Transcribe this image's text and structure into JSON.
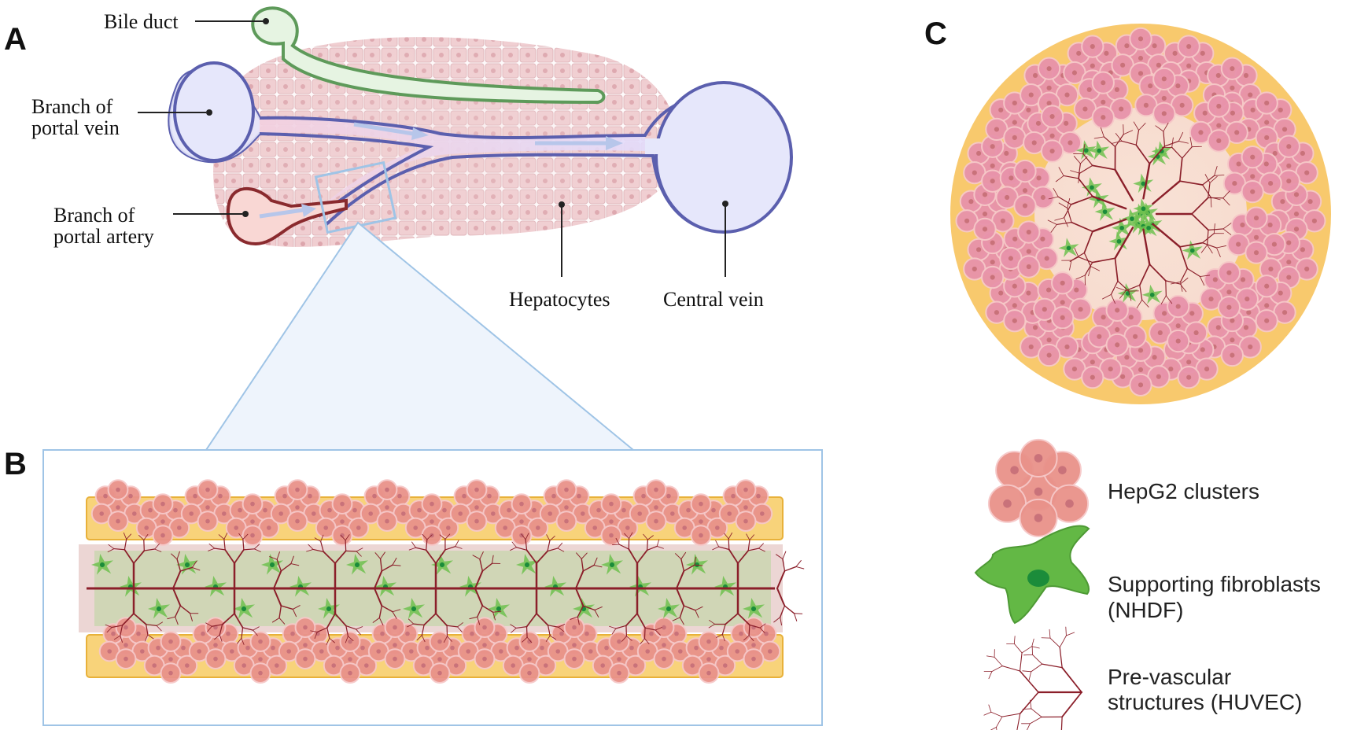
{
  "panels": {
    "a": "A",
    "b": "B",
    "c": "C"
  },
  "labels": {
    "bile_duct": "Bile duct",
    "portal_vein_line1": "Branch of",
    "portal_vein_line2": "portal vein",
    "portal_artery_line1": "Branch of",
    "portal_artery_line2": "portal artery",
    "hepatocytes": "Hepatocytes",
    "central_vein": "Central vein"
  },
  "legend": {
    "hepg2": "HepG2 clusters",
    "fibroblasts_line1": "Supporting fibroblasts",
    "fibroblasts_line2": "(NHDF)",
    "huvec_line1": "Pre-vascular",
    "huvec_line2": "structures (HUVEC)"
  },
  "colors": {
    "vein": "#5b5fae",
    "vein_fill": "#e6e7fb",
    "bile": "#5e9a5a",
    "bile_fill": "#e6f4e2",
    "artery": "#8a2a2e",
    "artery_fill": "#f9d7d4",
    "tissue": "#f3d6d6",
    "hep_cluster": "#e9a9b4",
    "hepg2_cluster": "#e9928a",
    "fibroblast": "#63b845",
    "vessel": "#8b1f2a",
    "matrix_yellow": "#f8c96d",
    "panel_border": "#9fc4e6"
  }
}
